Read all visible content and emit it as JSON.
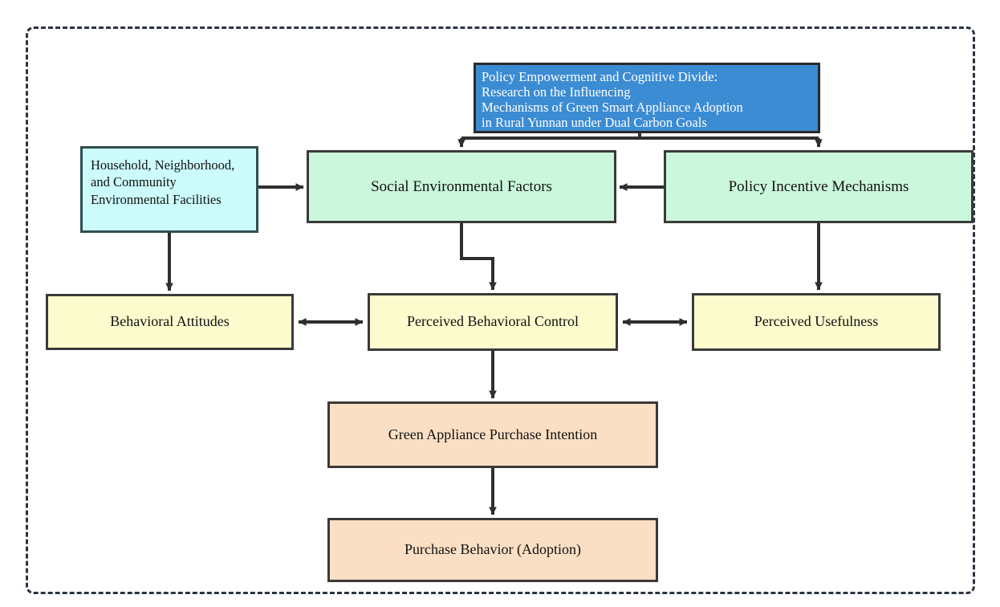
{
  "diagram": {
    "frame": {
      "style": "dashed-rounded-rectangle"
    },
    "nodes": {
      "title": {
        "label": "Policy Empowerment and Cognitive Divide:\nResearch on the Influencing\nMechanisms of Green Smart Appliance Adoption\nin Rural Yunnan under Dual Carbon Goals",
        "color": "#3c8cd4",
        "text_color": "#ffffff"
      },
      "facilities": {
        "label": "Household, Neighborhood,\nand Community\nEnvironmental Facilities",
        "color": "#ccfbfb"
      },
      "social_environmental_factors": {
        "label": "Social Environmental Factors",
        "color": "#cbf7dc"
      },
      "policy_incentive_mechanisms": {
        "label": "Policy Incentive Mechanisms",
        "color": "#cbf7dc"
      },
      "behavioral_attitudes": {
        "label": "Behavioral Attitudes",
        "color": "#fcfbcd"
      },
      "perceived_behavioral_control": {
        "label": "Perceived Behavioral Control",
        "color": "#fcfbcd"
      },
      "perceived_usefulness": {
        "label": "Perceived Usefulness",
        "color": "#fcfbcd"
      },
      "green_appliance_purchase_intention": {
        "label": "Green Appliance Purchase Intention",
        "color": "#fbdfc4"
      },
      "purchase_behavior_adoption": {
        "label": "Purchase Behavior (Adoption)",
        "color": "#fbdfc4"
      }
    },
    "edges": [
      {
        "from": "title",
        "to": "social_environmental_factors",
        "arrow": "single"
      },
      {
        "from": "title",
        "to": "policy_incentive_mechanisms",
        "arrow": "single"
      },
      {
        "from": "facilities",
        "to": "social_environmental_factors",
        "arrow": "single"
      },
      {
        "from": "policy_incentive_mechanisms",
        "to": "social_environmental_factors",
        "arrow": "single"
      },
      {
        "from": "facilities",
        "to": "behavioral_attitudes",
        "arrow": "single"
      },
      {
        "from": "social_environmental_factors",
        "to": "perceived_behavioral_control",
        "arrow": "single"
      },
      {
        "from": "policy_incentive_mechanisms",
        "to": "perceived_usefulness",
        "arrow": "single"
      },
      {
        "from": "behavioral_attitudes",
        "to": "perceived_behavioral_control",
        "arrow": "double"
      },
      {
        "from": "perceived_behavioral_control",
        "to": "perceived_usefulness",
        "arrow": "double"
      },
      {
        "from": "perceived_behavioral_control",
        "to": "green_appliance_purchase_intention",
        "arrow": "single"
      },
      {
        "from": "green_appliance_purchase_intention",
        "to": "purchase_behavior_adoption",
        "arrow": "single"
      }
    ]
  }
}
